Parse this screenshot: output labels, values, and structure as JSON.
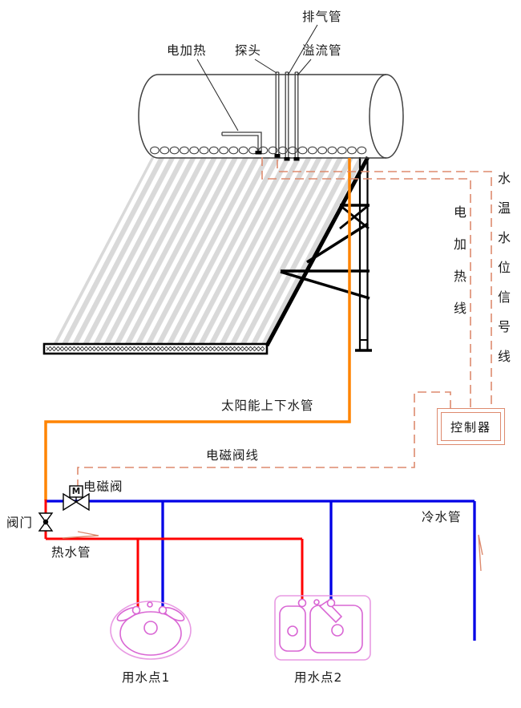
{
  "diagram": {
    "tank_labels": {
      "electric_heater": "电加热",
      "probe": "探头",
      "exhaust_pipe": "排气管",
      "overflow_pipe": "溢流管"
    },
    "wire_labels": {
      "heater_wire": "电加热线",
      "signal_wire": "水温水位信号线",
      "solenoid_wire": "电磁阀线",
      "controller": "控制器"
    },
    "pipe_labels": {
      "solar_pipe": "太阳能上下水管",
      "hot_water": "热水管",
      "cold_water": "冷水管"
    },
    "valve_labels": {
      "solenoid_valve": "电磁阀",
      "manual_valve": "阀门",
      "motor_mark": "M"
    },
    "fixture_labels": {
      "water_point_1": "用水点1",
      "water_point_2": "用水点2"
    },
    "colors": {
      "hot_water_pipe": "#ff0000",
      "cold_water_pipe": "#0000e6",
      "solar_pipe": "#ff8400",
      "control_wire": "#dd8a6e",
      "fixture_outline": "#d966d4",
      "fixture_outline_light": "#e89ae3",
      "frame": "#000000",
      "collector_tube": "#d9d9d9",
      "tank_outline": "#3f3f3f"
    }
  }
}
